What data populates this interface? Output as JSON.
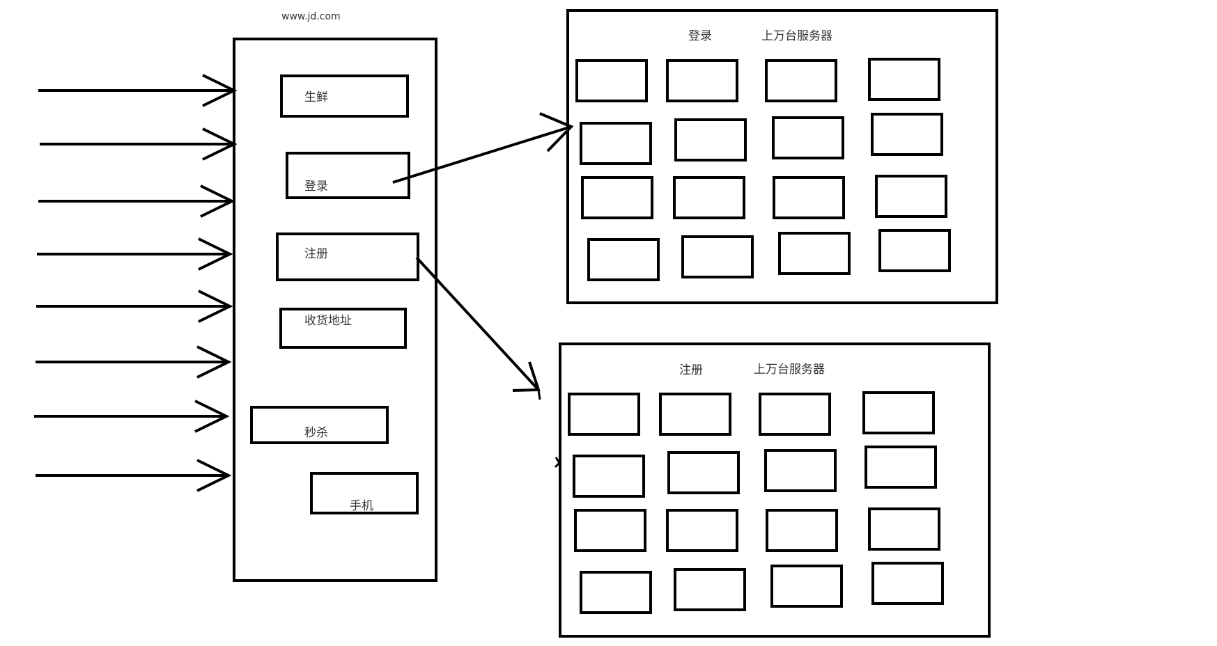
{
  "site": {
    "url": "www.jd.com"
  },
  "modules": [
    {
      "id": "fresh",
      "label": "生鲜"
    },
    {
      "id": "login",
      "label": "登录"
    },
    {
      "id": "register",
      "label": "注册"
    },
    {
      "id": "address",
      "label": "收货地址"
    },
    {
      "id": "flash-sale",
      "label": "秒杀"
    },
    {
      "id": "phone",
      "label": "手机"
    }
  ],
  "clusters": [
    {
      "id": "login-cluster",
      "name": "登录",
      "caption": "上万台服务器",
      "rows": 4,
      "cols": 4
    },
    {
      "id": "register-cluster",
      "name": "注册",
      "caption": "上万台服务器",
      "rows": 4,
      "cols": 4
    }
  ],
  "incoming_requests": 8,
  "routes": [
    {
      "from": "login",
      "to": "login-cluster"
    },
    {
      "from": "register",
      "to": "register-cluster"
    }
  ]
}
